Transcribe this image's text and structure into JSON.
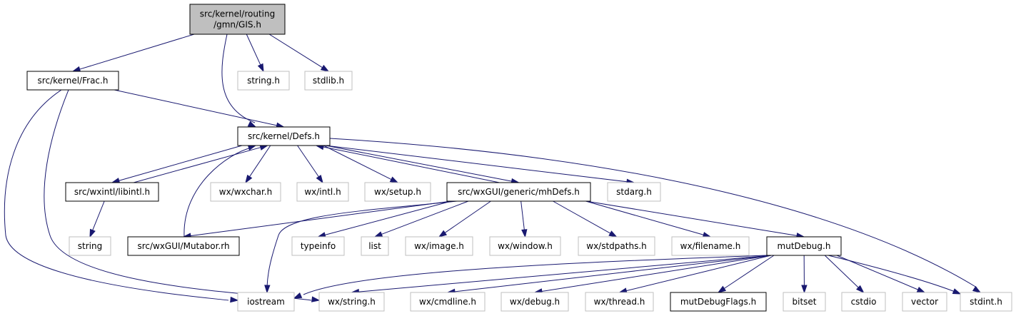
{
  "nodes": [
    {
      "id": "gis",
      "lines": [
        "src/kernel/routing",
        "/gmn/GIS.h"
      ],
      "style": "main"
    },
    {
      "id": "frac",
      "lines": [
        "src/kernel/Frac.h"
      ],
      "style": "doc"
    },
    {
      "id": "string_h",
      "lines": [
        "string.h"
      ],
      "style": "ext"
    },
    {
      "id": "stdlib_h",
      "lines": [
        "stdlib.h"
      ],
      "style": "ext"
    },
    {
      "id": "defs",
      "lines": [
        "src/kernel/Defs.h"
      ],
      "style": "doc"
    },
    {
      "id": "libintl",
      "lines": [
        "src/wxintl/libintl.h"
      ],
      "style": "doc"
    },
    {
      "id": "wxchar",
      "lines": [
        "wx/wxchar.h"
      ],
      "style": "ext"
    },
    {
      "id": "intl",
      "lines": [
        "wx/intl.h"
      ],
      "style": "ext"
    },
    {
      "id": "setup",
      "lines": [
        "wx/setup.h"
      ],
      "style": "ext"
    },
    {
      "id": "mhdefs",
      "lines": [
        "src/wxGUI/generic/mhDefs.h"
      ],
      "style": "doc"
    },
    {
      "id": "stdarg",
      "lines": [
        "stdarg.h"
      ],
      "style": "ext"
    },
    {
      "id": "string",
      "lines": [
        "string"
      ],
      "style": "ext"
    },
    {
      "id": "mutabor",
      "lines": [
        "src/wxGUI/Mutabor.rh"
      ],
      "style": "doc"
    },
    {
      "id": "typeinfo",
      "lines": [
        "typeinfo"
      ],
      "style": "ext"
    },
    {
      "id": "list",
      "lines": [
        "list"
      ],
      "style": "ext"
    },
    {
      "id": "image",
      "lines": [
        "wx/image.h"
      ],
      "style": "ext"
    },
    {
      "id": "window",
      "lines": [
        "wx/window.h"
      ],
      "style": "ext"
    },
    {
      "id": "stdpaths",
      "lines": [
        "wx/stdpaths.h"
      ],
      "style": "ext"
    },
    {
      "id": "filename",
      "lines": [
        "wx/filename.h"
      ],
      "style": "ext"
    },
    {
      "id": "mutdebug",
      "lines": [
        "mutDebug.h"
      ],
      "style": "doc"
    },
    {
      "id": "iostream",
      "lines": [
        "iostream"
      ],
      "style": "ext"
    },
    {
      "id": "wxstring",
      "lines": [
        "wx/string.h"
      ],
      "style": "ext"
    },
    {
      "id": "cmdline",
      "lines": [
        "wx/cmdline.h"
      ],
      "style": "ext"
    },
    {
      "id": "debug",
      "lines": [
        "wx/debug.h"
      ],
      "style": "ext"
    },
    {
      "id": "thread",
      "lines": [
        "wx/thread.h"
      ],
      "style": "ext"
    },
    {
      "id": "mutdebugflags",
      "lines": [
        "mutDebugFlags.h"
      ],
      "style": "doc"
    },
    {
      "id": "bitset",
      "lines": [
        "bitset"
      ],
      "style": "ext"
    },
    {
      "id": "cstdio",
      "lines": [
        "cstdio"
      ],
      "style": "ext"
    },
    {
      "id": "vector",
      "lines": [
        "vector"
      ],
      "style": "ext"
    },
    {
      "id": "stdint",
      "lines": [
        "stdint.h"
      ],
      "style": "ext"
    }
  ],
  "edges": [
    [
      "gis",
      "frac"
    ],
    [
      "gis",
      "defs"
    ],
    [
      "gis",
      "string_h"
    ],
    [
      "gis",
      "stdlib_h"
    ],
    [
      "frac",
      "defs"
    ],
    [
      "frac",
      "iostream"
    ],
    [
      "frac",
      "wxstring"
    ],
    [
      "defs",
      "libintl"
    ],
    [
      "defs",
      "wxchar"
    ],
    [
      "defs",
      "intl"
    ],
    [
      "defs",
      "setup"
    ],
    [
      "defs",
      "mhdefs"
    ],
    [
      "defs",
      "stdarg"
    ],
    [
      "defs",
      "stdint"
    ],
    [
      "libintl",
      "defs"
    ],
    [
      "libintl",
      "string"
    ],
    [
      "mutabor",
      "defs"
    ],
    [
      "mhdefs",
      "defs"
    ],
    [
      "mhdefs",
      "mutabor"
    ],
    [
      "mhdefs",
      "iostream"
    ],
    [
      "mhdefs",
      "typeinfo"
    ],
    [
      "mhdefs",
      "list"
    ],
    [
      "mhdefs",
      "image"
    ],
    [
      "mhdefs",
      "window"
    ],
    [
      "mhdefs",
      "stdpaths"
    ],
    [
      "mhdefs",
      "filename"
    ],
    [
      "mhdefs",
      "mutdebug"
    ],
    [
      "mutdebug",
      "iostream"
    ],
    [
      "mutdebug",
      "wxstring"
    ],
    [
      "mutdebug",
      "cmdline"
    ],
    [
      "mutdebug",
      "debug"
    ],
    [
      "mutdebug",
      "thread"
    ],
    [
      "mutdebug",
      "mutdebugflags"
    ],
    [
      "mutdebug",
      "bitset"
    ],
    [
      "mutdebug",
      "cstdio"
    ],
    [
      "mutdebug",
      "vector"
    ],
    [
      "mutdebug",
      "stdint"
    ]
  ],
  "colors": {
    "edge": "#191970",
    "main_fill": "#bfbfbf",
    "ext_border": "#bfbfbf",
    "doc_border": "#000000"
  }
}
